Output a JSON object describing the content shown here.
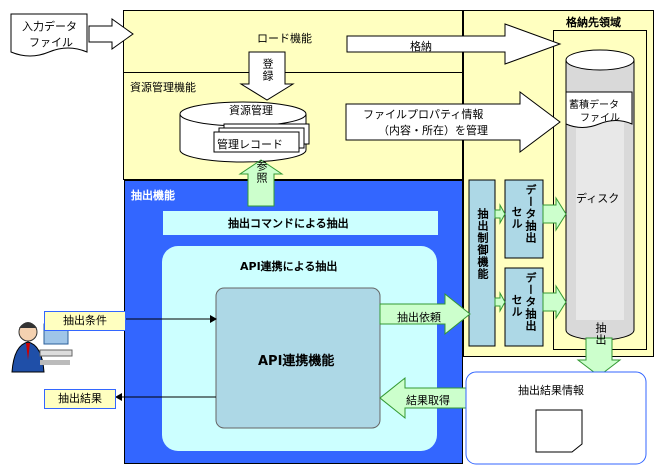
{
  "input_file": [
    "入力データ",
    "ファイル"
  ],
  "load": {
    "title": "ロード機能",
    "register": "登録",
    "store": "格納"
  },
  "storage": {
    "title": "格納先領域",
    "disk": "ディスク",
    "accum": [
      "蓄積データ",
      "ファイル"
    ],
    "extract": "抽出"
  },
  "resource": {
    "title": "資源管理機能",
    "db": "資源管理",
    "record": "管理レコード",
    "refer": "参照",
    "prop": [
      "ファイルプロパティ情報",
      "（内容・所在）を管理"
    ]
  },
  "extraction": {
    "title": "抽出機能",
    "command": "抽出コマンドによる抽出",
    "api_title": "API連携による抽出",
    "api_func": "API連携機能",
    "request": "抽出依頼",
    "get_result": "結果取得",
    "control": "抽出制御機能",
    "cell1": [
      "データ抽出",
      "セル"
    ],
    "cell2": [
      "データ抽出",
      "セル"
    ]
  },
  "conditions": "抽出条件",
  "results": "抽出結果",
  "result_info": "抽出結果情報",
  "colors": {
    "yellow": "#ffffc0",
    "blue": "#3366ff",
    "cyan": "#ccffff",
    "func": "#add8e6",
    "arrow": "#ccffcc",
    "arrow_border": "#339933"
  }
}
